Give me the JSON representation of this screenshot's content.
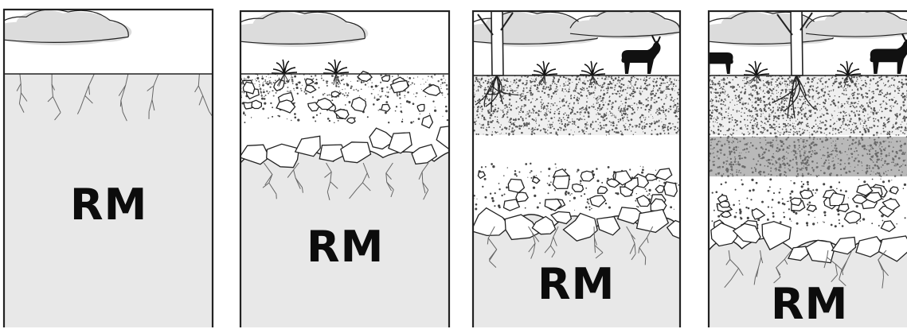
{
  "panels": [
    {
      "id": "stage-1",
      "label": "RM",
      "layers": [
        "sky",
        "bedrock"
      ]
    },
    {
      "id": "stage-2",
      "label": "RM",
      "layers": [
        "sky",
        "weathered-rock",
        "bedrock"
      ]
    },
    {
      "id": "stage-3",
      "label": "RM",
      "layers": [
        "sky",
        "topsoil",
        "subsoil",
        "weathered-rock",
        "bedrock"
      ]
    },
    {
      "id": "stage-4",
      "label": "RM",
      "layers": [
        "sky",
        "topsoil",
        "dark-band",
        "subsoil",
        "weathered-rock",
        "bedrock"
      ]
    }
  ],
  "colors": {
    "bedrock": "#e8e8e8",
    "cloud": "#dcdcdc",
    "outline": "#222222",
    "topsoil": "#efefef",
    "band": "#b9b9b9"
  }
}
